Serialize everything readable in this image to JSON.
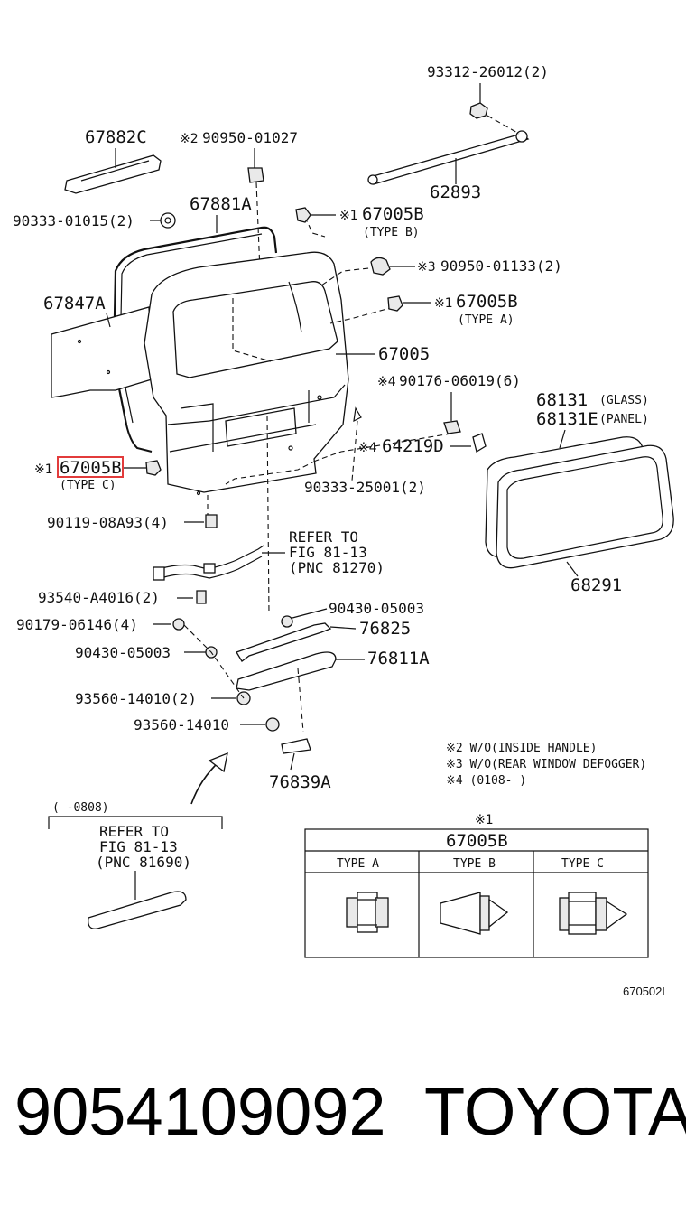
{
  "diagram_id": "670502L",
  "footer": {
    "part_number": "9054109092",
    "brand": "TOYOTA"
  },
  "labels": {
    "p93312": "93312-26012(2)",
    "p67882c": "67882C",
    "p90950_01027": "90950-01027",
    "p62893": "62893",
    "p67881a": "67881A",
    "p90333_01015": "90333-01015(2)",
    "p67005b_b": "67005B",
    "type_b": "(TYPE  B)",
    "p90950_01133": "90950-01133(2)",
    "p67847a": "67847A",
    "p67005b_a": "67005B",
    "type_a": "(TYPE  A)",
    "p67005": "67005",
    "p90176": "90176-06019(6)",
    "p68131": "68131",
    "glass": "(GLASS)",
    "p68131e": "68131E",
    "panel": "(PANEL)",
    "p64219d": "64219D",
    "p67005b_c": "67005B",
    "type_c": "(TYPE  C)",
    "p90333_25001": "90333-25001(2)",
    "p90119": "90119-08A93(4)",
    "refer1_l1": "REFER TO",
    "refer1_l2": "FIG 81-13",
    "refer1_l3": "(PNC 81270)",
    "p68291": "68291",
    "p93540": "93540-A4016(2)",
    "p90430_a": "90430-05003",
    "p90179": "90179-06146(4)",
    "p76825": "76825",
    "p90430_b": "90430-05003",
    "p76811a": "76811A",
    "p93560_2": "93560-14010(2)",
    "p93560": "93560-14010",
    "p76839a": "76839A",
    "note2": "※2 W/O(INSIDE HANDLE)",
    "note3": "※3 W/O(REAR WINDOW DEFOGGER)",
    "note4": "※4 (0108-    )",
    "date_range": "(    -0808)",
    "refer2_l1": "REFER TO",
    "refer2_l2": "FIG 81-13",
    "refer2_l3": "(PNC 81690)"
  },
  "marks": {
    "m1": "※1",
    "m2": "※2",
    "m3": "※3",
    "m4": "※4"
  },
  "type_table": {
    "note_mark": "※1",
    "title": "67005B",
    "columns": [
      "TYPE  A",
      "TYPE  B",
      "TYPE  C"
    ]
  },
  "highlight_color": "#e23b3b"
}
